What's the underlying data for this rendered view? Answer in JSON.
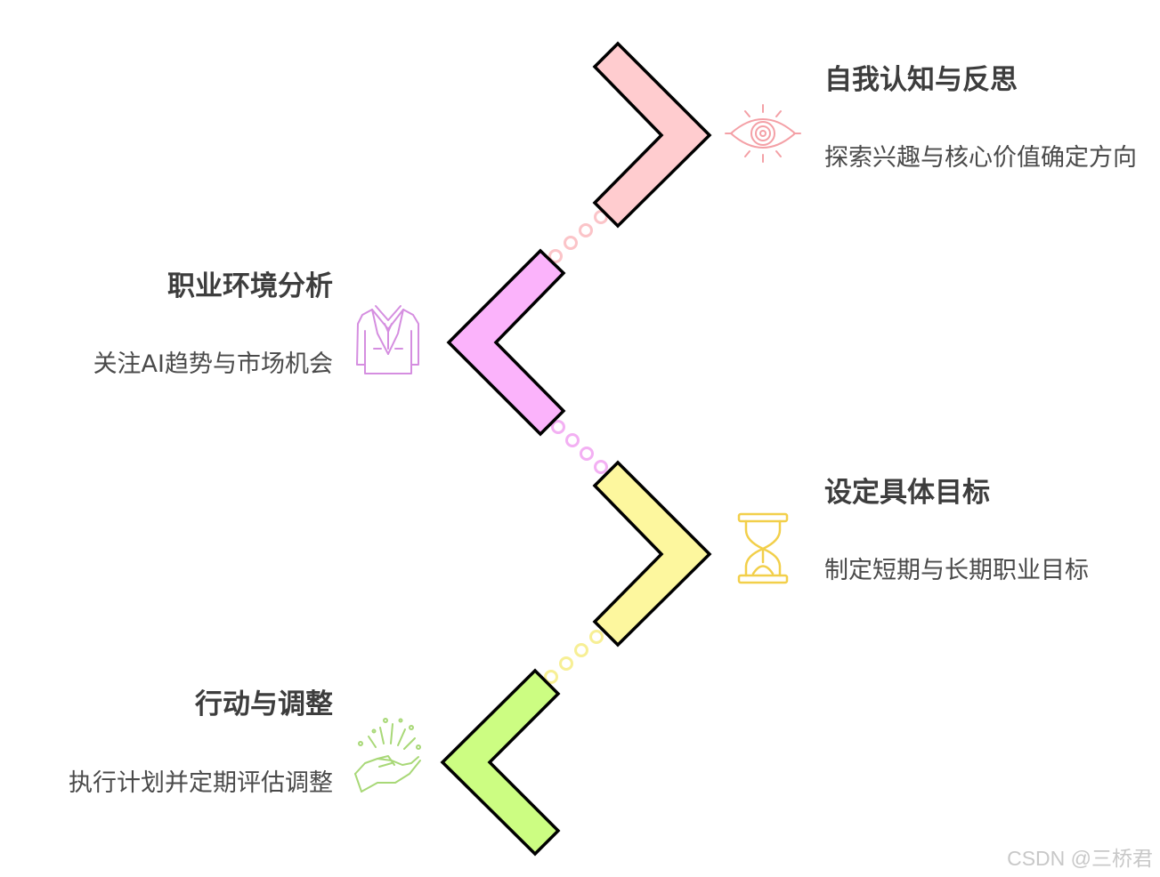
{
  "steps": [
    {
      "title": "自我认知与反思",
      "description": "探索兴趣与核心价值确定方向",
      "icon": "eye-icon",
      "fill": "#ffcccf",
      "icon_color": "#f4a0a6",
      "direction": "right"
    },
    {
      "title": "职业环境分析",
      "description": "关注AI趋势与市场机会",
      "icon": "suit-jacket-icon",
      "fill": "#fbb3fb",
      "icon_color": "#d58ee0",
      "direction": "left"
    },
    {
      "title": "设定具体目标",
      "description": "制定短期与长期职业目标",
      "icon": "hourglass-icon",
      "fill": "#fdf79e",
      "icon_color": "#f2cf4a",
      "direction": "right"
    },
    {
      "title": "行动与调整",
      "description": "执行计划并定期评估调整",
      "icon": "hand-sparkle-icon",
      "fill": "#ccfd82",
      "icon_color": "#a8d877",
      "direction": "left"
    }
  ],
  "connector_colors": [
    "#fbc4c8",
    "#f3b0f3",
    "#f7ef95"
  ],
  "watermark": "CSDN @三桥君"
}
